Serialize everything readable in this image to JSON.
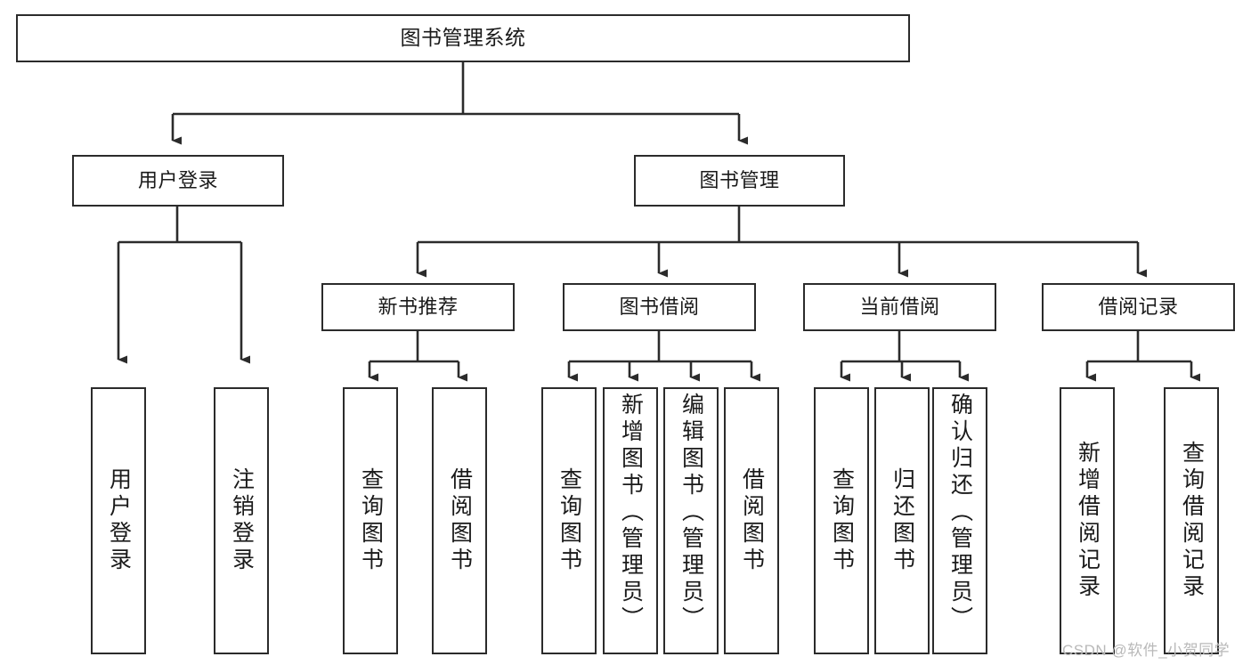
{
  "diagram": {
    "type": "tree-hierarchy-diagram",
    "title": "图书管理系统",
    "background_color": "#ffffff",
    "line_color": "#2b2b2b",
    "box_fill": "#ffffff",
    "text_color": "#1a1a1a",
    "orientation": "top-down",
    "levels": 4
  },
  "nodes": {
    "root": {
      "label": "图书管理系统",
      "level": 0
    },
    "level1": [
      {
        "id": "user-login",
        "label": "用户登录",
        "level": 1
      },
      {
        "id": "book-management",
        "label": "图书管理",
        "level": 1
      }
    ],
    "level2": [
      {
        "id": "new-book-recommend",
        "label": "新书推荐",
        "level": 2,
        "parent": "book-management"
      },
      {
        "id": "book-borrow",
        "label": "图书借阅",
        "level": 2,
        "parent": "book-management"
      },
      {
        "id": "current-borrow",
        "label": "当前借阅",
        "level": 2,
        "parent": "book-management"
      },
      {
        "id": "borrow-record",
        "label": "借阅记录",
        "level": 2,
        "parent": "book-management"
      }
    ],
    "leaves": [
      {
        "id": "leaf-user-login",
        "label": "用户登录",
        "parent": "user-login"
      },
      {
        "id": "leaf-logout-login",
        "label": "注销登录",
        "parent": "user-login"
      },
      {
        "id": "leaf-query-book-1",
        "label": "查询图书",
        "parent": "new-book-recommend"
      },
      {
        "id": "leaf-borrow-book-1",
        "label": "借阅图书",
        "parent": "new-book-recommend"
      },
      {
        "id": "leaf-query-book-2",
        "label": "查询图书",
        "parent": "book-borrow"
      },
      {
        "id": "leaf-add-book",
        "label": "新增图书（管理员）",
        "parent": "book-borrow"
      },
      {
        "id": "leaf-edit-book",
        "label": "编辑图书（管理员）",
        "parent": "book-borrow"
      },
      {
        "id": "leaf-borrow-book-2",
        "label": "借阅图书",
        "parent": "book-borrow"
      },
      {
        "id": "leaf-query-book-3",
        "label": "查询图书",
        "parent": "current-borrow"
      },
      {
        "id": "leaf-return-book",
        "label": "归还图书",
        "parent": "current-borrow"
      },
      {
        "id": "leaf-confirm-return",
        "label": "确认归还（管理员）",
        "parent": "current-borrow"
      },
      {
        "id": "leaf-add-record",
        "label": "新增借阅记录",
        "parent": "borrow-record"
      },
      {
        "id": "leaf-query-record",
        "label": "查询借阅记录",
        "parent": "borrow-record"
      }
    ]
  },
  "watermark": {
    "text": "CSDN @软件_小贺同学"
  }
}
